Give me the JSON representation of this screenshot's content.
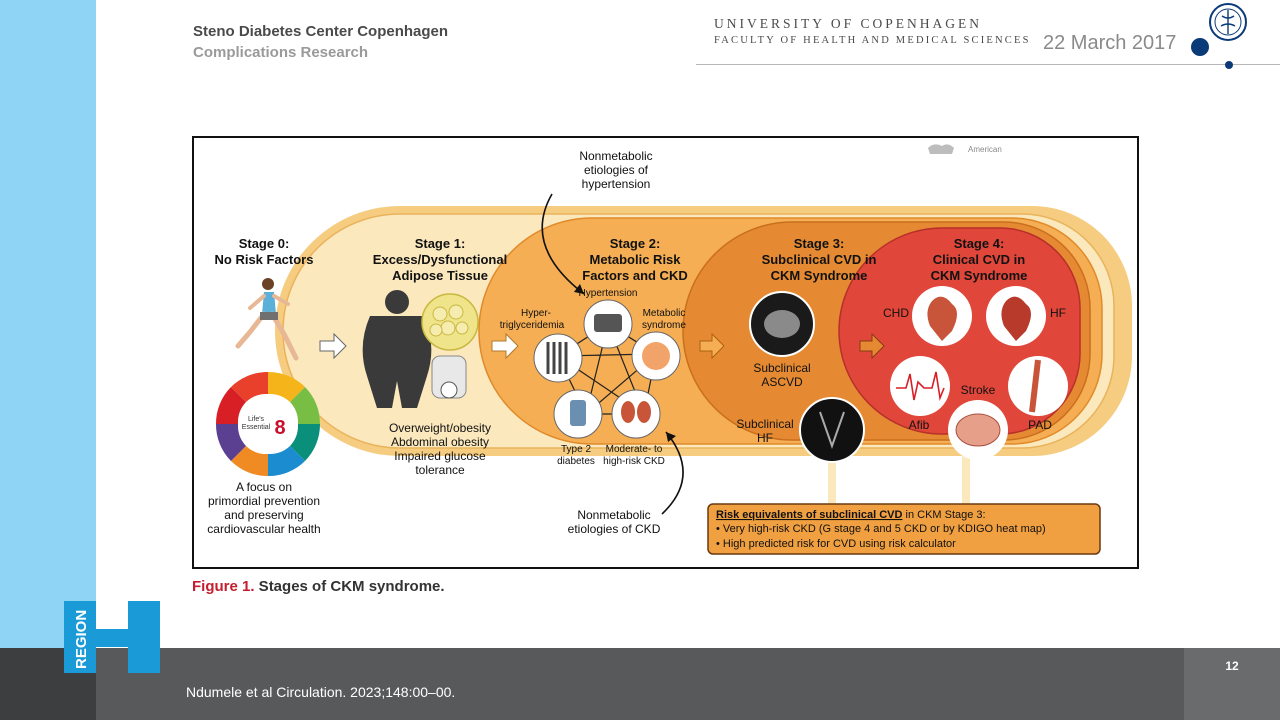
{
  "header": {
    "org_line1": "Steno Diabetes Center Copenhagen",
    "org_line2": "Complications Research",
    "university": "UNIVERSITY OF COPENHAGEN",
    "faculty": "FACULTY OF HEALTH AND MEDICAL SCIENCES",
    "date": "22 March 2017"
  },
  "figure": {
    "stage0": {
      "title1": "Stage 0:",
      "title2": "No Risk Factors"
    },
    "stage0_lines": [
      "A focus on",
      "primordial prevention",
      "and preserving",
      "cardiovascular health"
    ],
    "les8": {
      "line1": "Life's",
      "line2": "Essential",
      "number": "8"
    },
    "stage1": {
      "title1": "Stage 1:",
      "title2": "Excess/Dysfunctional",
      "title3": "Adipose Tissue"
    },
    "stage1_lines": [
      "Overweight/obesity",
      "Abdominal obesity",
      "Impaired glucose",
      "tolerance"
    ],
    "stage2": {
      "title1": "Stage 2:",
      "title2": "Metabolic Risk",
      "title3": "Factors and CKD"
    },
    "stage2_labels": {
      "hypertension": "Hypertension",
      "metabolic1": "Metabolic",
      "metabolic2": "syndrome",
      "hypertg1": "Hyper-",
      "hypertg2": "triglyceridemia",
      "t2d1": "Type 2",
      "t2d2": "diabetes",
      "ckd1": "Moderate- to",
      "ckd2": "high-risk CKD"
    },
    "nonmetabolic_top": [
      "Nonmetabolic",
      "etiologies of",
      "hypertension"
    ],
    "nonmetabolic_bottom": [
      "Nonmetabolic",
      "etiologies of CKD"
    ],
    "stage3": {
      "title1": "Stage 3:",
      "title2": "Subclinical CVD in",
      "title3": "CKM Syndrome"
    },
    "stage3_labels": {
      "ascvd1": "Subclinical",
      "ascvd2": "ASCVD",
      "hf1": "Subclinical",
      "hf2": "HF"
    },
    "stage4": {
      "title1": "Stage 4:",
      "title2": "Clinical CVD in",
      "title3": "CKM Syndrome"
    },
    "stage4_labels": {
      "chd": "CHD",
      "hf": "HF",
      "afib": "Afib",
      "stroke": "Stroke",
      "pad": "PAD"
    },
    "risk_box": {
      "title_bold": "Risk equivalents of subclinical CVD",
      "title_rest": " in CKM Stage 3:",
      "bullet1": "• Very high-risk CKD (G stage 4 and 5 CKD or by KDIGO heat map)",
      "bullet2": "• High predicted risk for CVD using risk calculator"
    },
    "aha_fragment": "American",
    "caption_num": "Figure 1.",
    "caption_text": " Stages of CKM syndrome."
  },
  "footer": {
    "citation": "Ndumele et al Circulation. 2023;148:00–00.",
    "page_number": "12",
    "region_logo_text": "REGION"
  },
  "colors": {
    "left_band": "#8fd3f5",
    "footer": "#58595b",
    "stage1_fill": "#fbe8bd",
    "stage2_fill": "#f5ae53",
    "stage3_fill": "#e58a32",
    "stage4_fill": "#e0473a",
    "caption_red": "#c41e2e",
    "ku_blue": "#0a3a78"
  },
  "icons": [
    "runner-icon",
    "lifes-essential-8-wheel-icon",
    "obese-silhouette-icon",
    "adipose-cells-icon",
    "scale-icon",
    "blood-pressure-monitor-icon",
    "glucose-meter-icon",
    "kidney-icon",
    "heart-icon",
    "ecg-icon",
    "brain-icon",
    "artery-icon",
    "ct-scan-icon",
    "echocardiogram-icon",
    "ku-seal-icon",
    "region-h-logo-icon"
  ]
}
